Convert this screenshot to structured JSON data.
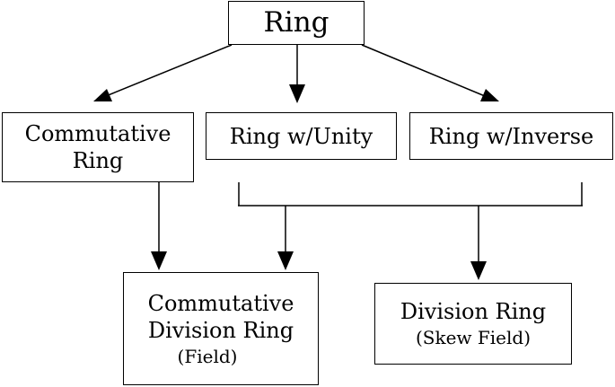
{
  "nodes": {
    "ring": {
      "label": "Ring"
    },
    "commutative_ring": {
      "line1": "Commutative",
      "line2": "Ring"
    },
    "ring_with_unity": {
      "label": "Ring w/Unity"
    },
    "ring_with_inverse": {
      "label": "Ring w/Inverse"
    },
    "commutative_division_ring": {
      "line1": "Commutative",
      "line2": "Division Ring",
      "line3": "(Field)"
    },
    "division_ring": {
      "line1": "Division Ring",
      "line2": "(Skew Field)"
    }
  },
  "edges": [
    {
      "from": "Ring",
      "to": "Commutative Ring"
    },
    {
      "from": "Ring",
      "to": "Ring w/Unity"
    },
    {
      "from": "Ring",
      "to": "Ring w/Inverse"
    },
    {
      "from": "Commutative Ring",
      "to": "Commutative Division Ring"
    },
    {
      "from": "Ring w/Unity + Ring w/Inverse",
      "to": "Commutative Division Ring"
    },
    {
      "from": "Ring w/Unity + Ring w/Inverse",
      "to": "Division Ring"
    }
  ]
}
